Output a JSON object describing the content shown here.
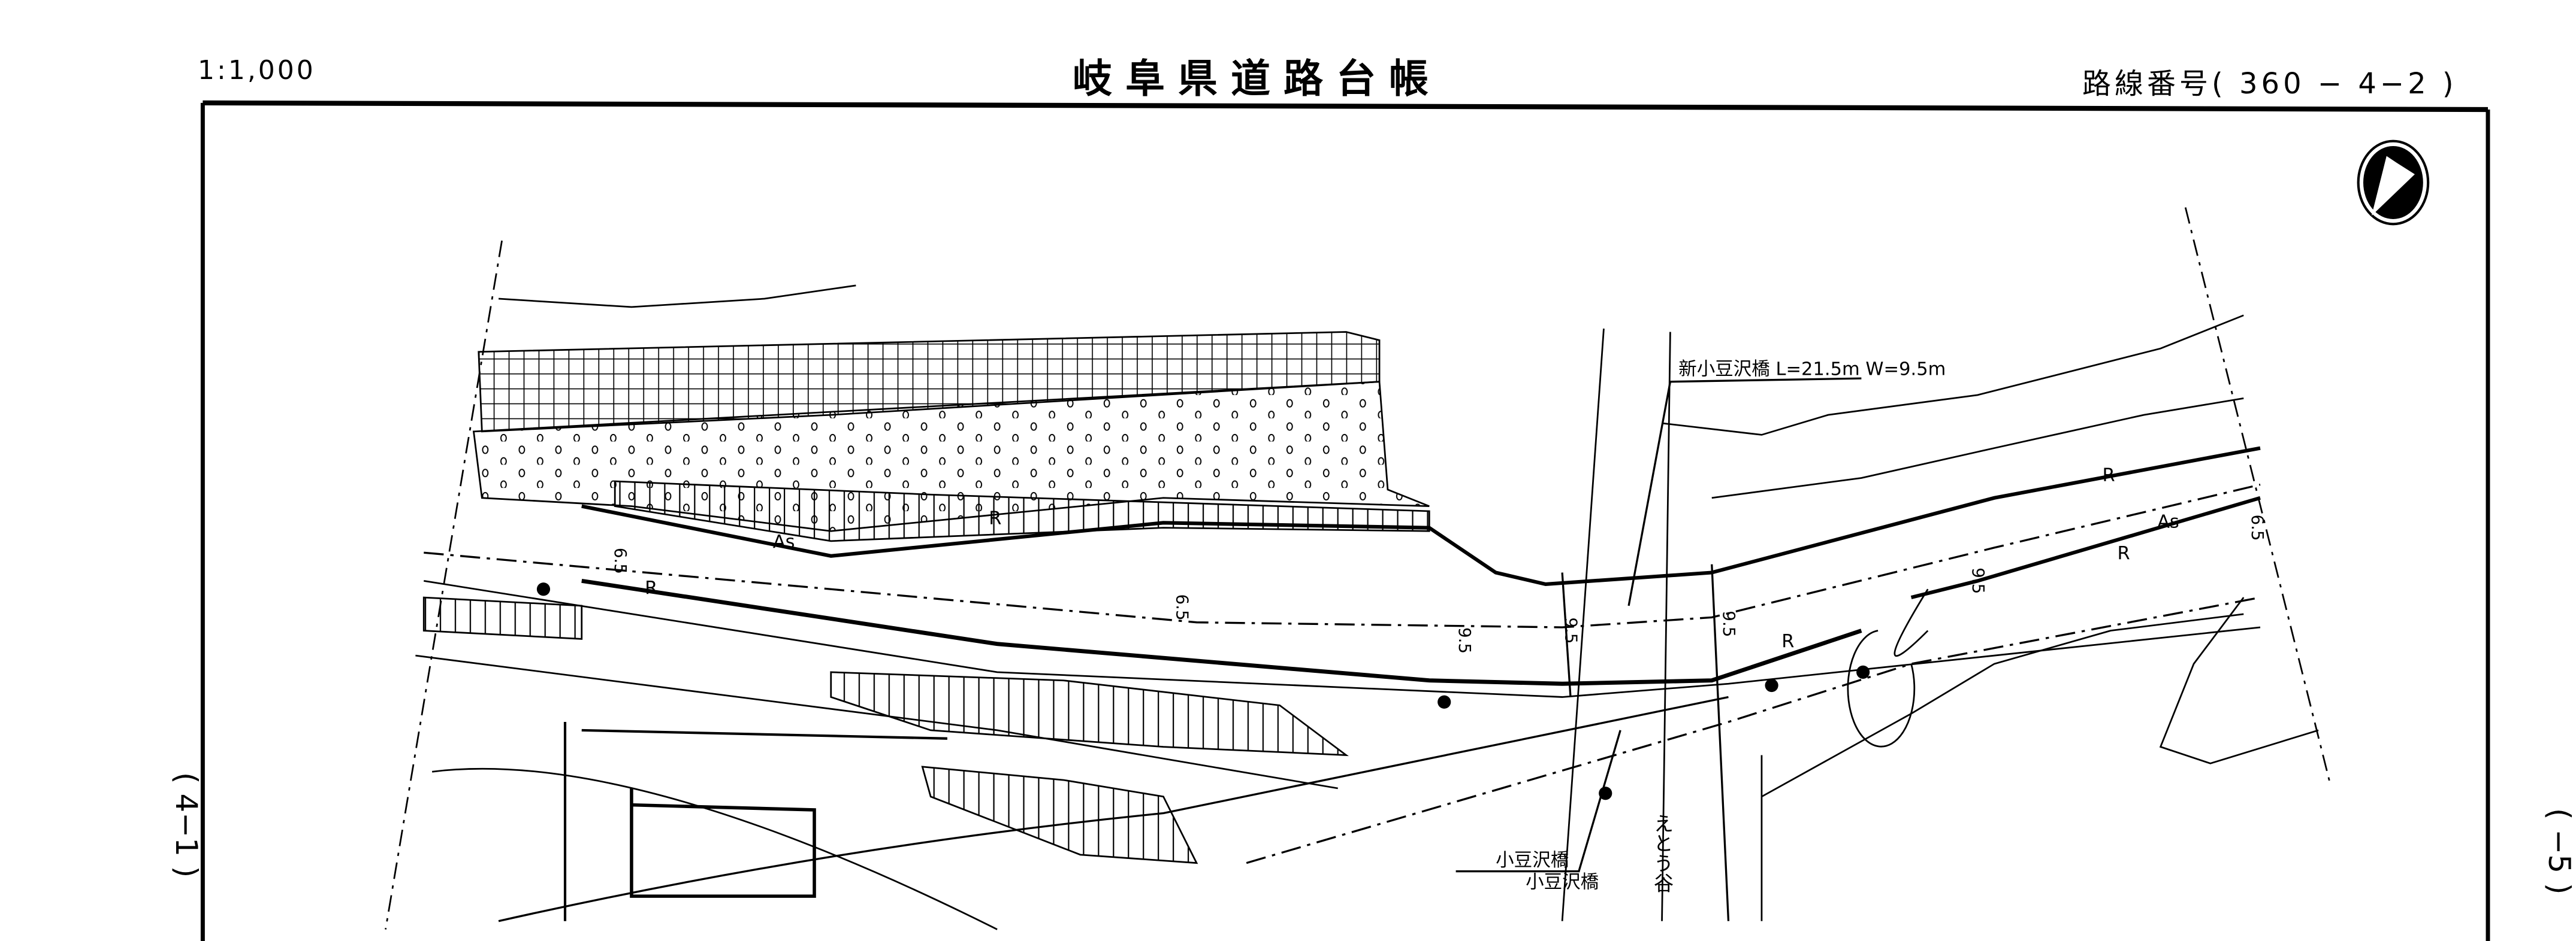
{
  "header": {
    "scale": "1:1,000",
    "title": "岐阜県道路台帳",
    "route_number": "路線番号( 360 − 4−2 )"
  },
  "side_labels": {
    "left": "( 4−1 )",
    "right": "( −5 )"
  },
  "map": {
    "north_arrow": "north-arrow-icon",
    "labels": {
      "new_bridge": "新小豆沢橋  L=21.5m  W=9.5m",
      "bridge_1": "小豆沢橋",
      "bridge_2": "小豆沢橋",
      "valley": "えとう谷",
      "as_1": "As",
      "as_2": "As",
      "r_1": "R",
      "r_2": "R",
      "r_3": "R",
      "r_4": "R",
      "r_5": "R",
      "w_1": "6.5",
      "w_2": "6.5",
      "w_3": "6.5",
      "w_4": "9.5",
      "w_5": "9.5",
      "w_6": "9.5",
      "w_7": "9.5"
    }
  }
}
